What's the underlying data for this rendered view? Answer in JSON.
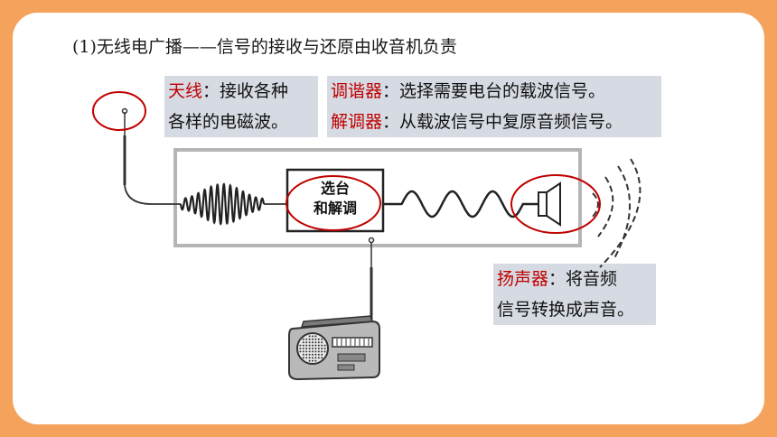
{
  "title": "(1)无线电广播——信号的接收与还原由收音机负责",
  "antenna_callout": {
    "term": "天线",
    "line1_rest": "：接收各种",
    "line2": "各样的电磁波。"
  },
  "tuner_callout": {
    "term1": "调谐器",
    "line1_rest": "：选择需要电台的载波信号。",
    "term2": "解调器",
    "line2_rest": "：从载波信号中复原音频信号。"
  },
  "speaker_callout": {
    "term": "扬声器",
    "line1_rest": "：将音频",
    "line2": "信号转换成声音。"
  },
  "box": {
    "line1": "选台",
    "line2": "和解调"
  },
  "colors": {
    "background": "#f5a25d",
    "highlight_red": "#c00000",
    "callout_bg": "#d6dbe3"
  }
}
